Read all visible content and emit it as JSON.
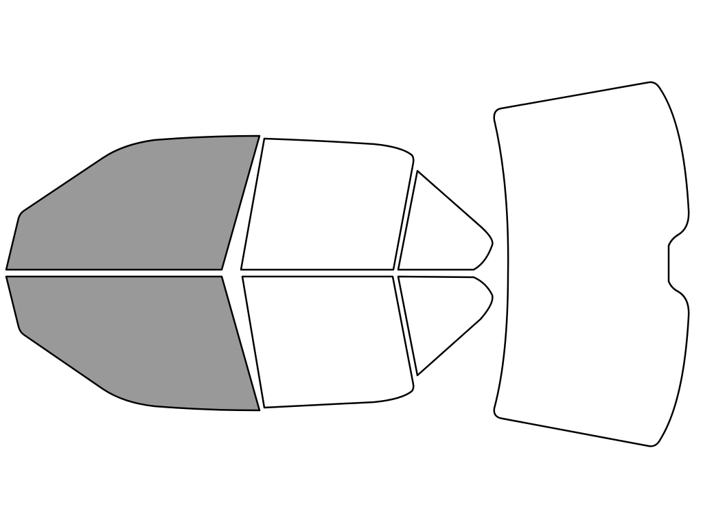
{
  "colors": {
    "background": "#ffffff",
    "outline": "#000000",
    "selected_fill": "#999999",
    "unselected_fill": "#ffffff"
  },
  "panes": [
    {
      "id": "front-driver-window",
      "selected": true
    },
    {
      "id": "front-passenger-window",
      "selected": true
    },
    {
      "id": "rear-driver-window",
      "selected": false
    },
    {
      "id": "rear-passenger-window",
      "selected": false
    },
    {
      "id": "rear-driver-quarter-window",
      "selected": false
    },
    {
      "id": "rear-passenger-quarter-window",
      "selected": false
    },
    {
      "id": "rear-windshield",
      "selected": false
    }
  ]
}
